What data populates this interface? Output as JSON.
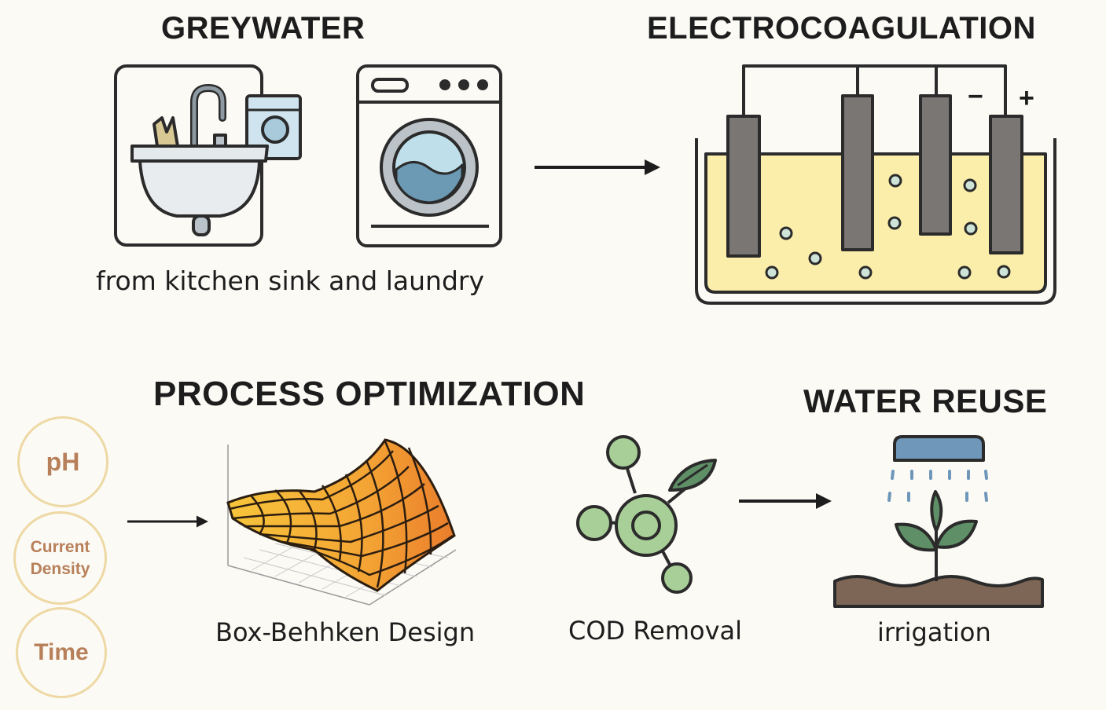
{
  "titles": {
    "greywater": "GREYWATER",
    "electrocoagulation": "ELECTROCOAGULATION",
    "process_optimization": "PROCESS OPTIMIZATION",
    "water_reuse": "WATER REUSE"
  },
  "captions": {
    "source": "from kitchen sink and laundry",
    "design": "Box-Behhken Design",
    "cod": "COD Removal",
    "irrigation": "irrigation"
  },
  "electrodes": {
    "negative": "−",
    "positive": "+"
  },
  "factors": [
    {
      "label": "pH"
    },
    {
      "label": "Current Density"
    },
    {
      "label": "Time"
    }
  ],
  "colors": {
    "background": "#fbfaf5",
    "outline": "#2b2b2b",
    "water": "#fbeeaa",
    "electrode": "#7a7674",
    "bubble": "#cfe4d9",
    "surface": "#f2a93a",
    "molecule": "#a9cf98",
    "leaf": "#5f8f66",
    "soil": "#7d6656",
    "spray": "#6e97ba",
    "factor_ring": "#eed9a5",
    "factor_text": "#b8805a"
  },
  "icons": [
    "sink-icon",
    "washing-machine-icon",
    "arrow-right-icon",
    "electrocoagulation-tank-icon",
    "response-surface-icon",
    "molecule-icon",
    "sprinkler-plant-icon"
  ]
}
